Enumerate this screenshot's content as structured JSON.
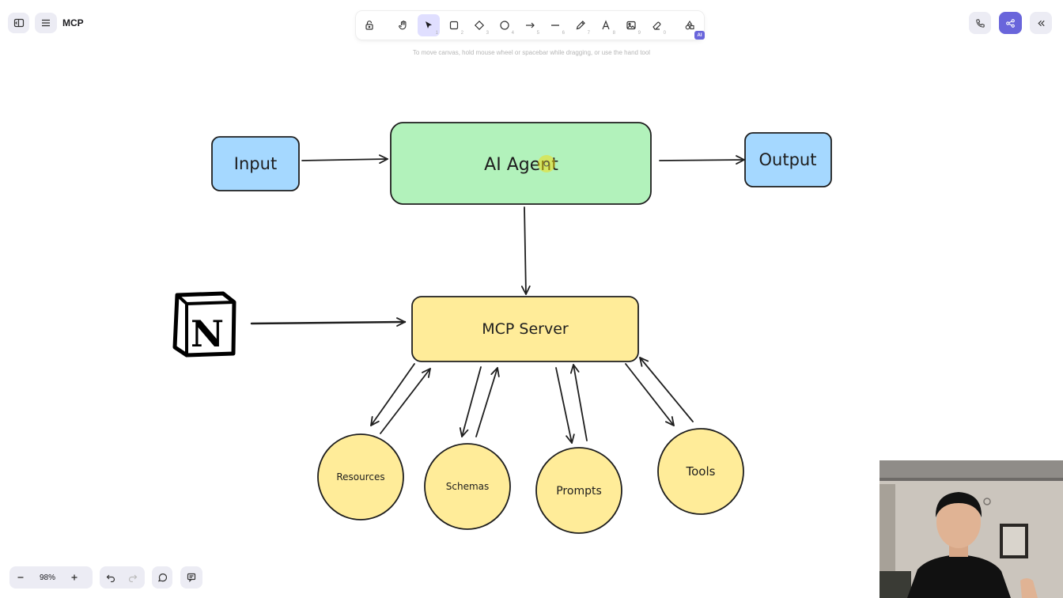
{
  "app": {
    "document_title": "MCP"
  },
  "toolbar": {
    "tools": [
      {
        "name": "lock",
        "key": ""
      },
      {
        "name": "hand",
        "key": ""
      },
      {
        "name": "selection",
        "key": "1"
      },
      {
        "name": "rectangle",
        "key": "2"
      },
      {
        "name": "diamond",
        "key": "3"
      },
      {
        "name": "ellipse",
        "key": "4"
      },
      {
        "name": "arrow",
        "key": "5"
      },
      {
        "name": "line",
        "key": "6"
      },
      {
        "name": "draw",
        "key": "7"
      },
      {
        "name": "text",
        "key": "8"
      },
      {
        "name": "image",
        "key": "9"
      },
      {
        "name": "eraser",
        "key": "0"
      },
      {
        "name": "more-tools",
        "key": ""
      }
    ],
    "active_tool": "selection",
    "ai_badge": "AI",
    "hint": "To move canvas, hold mouse wheel or spacebar while dragging, or use the hand tool"
  },
  "canvas": {
    "nodes": {
      "input": "Input",
      "ai_agent": "AI Agent",
      "output": "Output",
      "mcp_server": "MCP Server",
      "resources": "Resources",
      "schemas": "Schemas",
      "prompts": "Prompts",
      "tools": "Tools"
    },
    "colors": {
      "blue_fill": "#a5d8ff",
      "green_fill": "#b2f2bb",
      "yellow_fill": "#ffec99",
      "stroke": "#1e1e1e"
    },
    "notion_logo_letter": "N"
  },
  "footer": {
    "zoom": "98%"
  },
  "colors": {
    "accent": "#6965db",
    "button_bg": "#ececf4"
  }
}
